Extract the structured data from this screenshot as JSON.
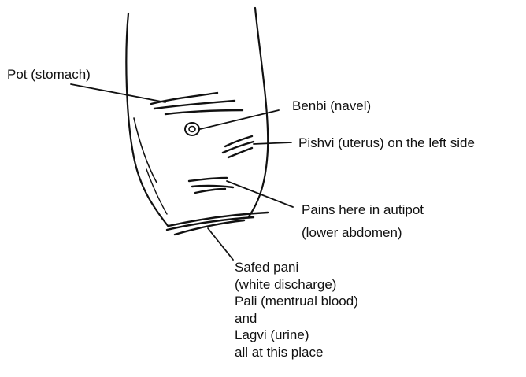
{
  "labels": {
    "pot": "Pot (stomach)",
    "benbi": "Benbi (navel)",
    "pishvi": "Pishvi (uterus) on the left side",
    "pains": [
      "Pains here in autipot",
      "(lower abdomen)"
    ],
    "safed": [
      "Safed pani",
      "(white discharge)",
      "Pali (mentrual blood)",
      "and",
      "Lagvi (urine)",
      "all at this place"
    ]
  },
  "colors": {
    "ink": "#111111",
    "paper": "#ffffff"
  }
}
